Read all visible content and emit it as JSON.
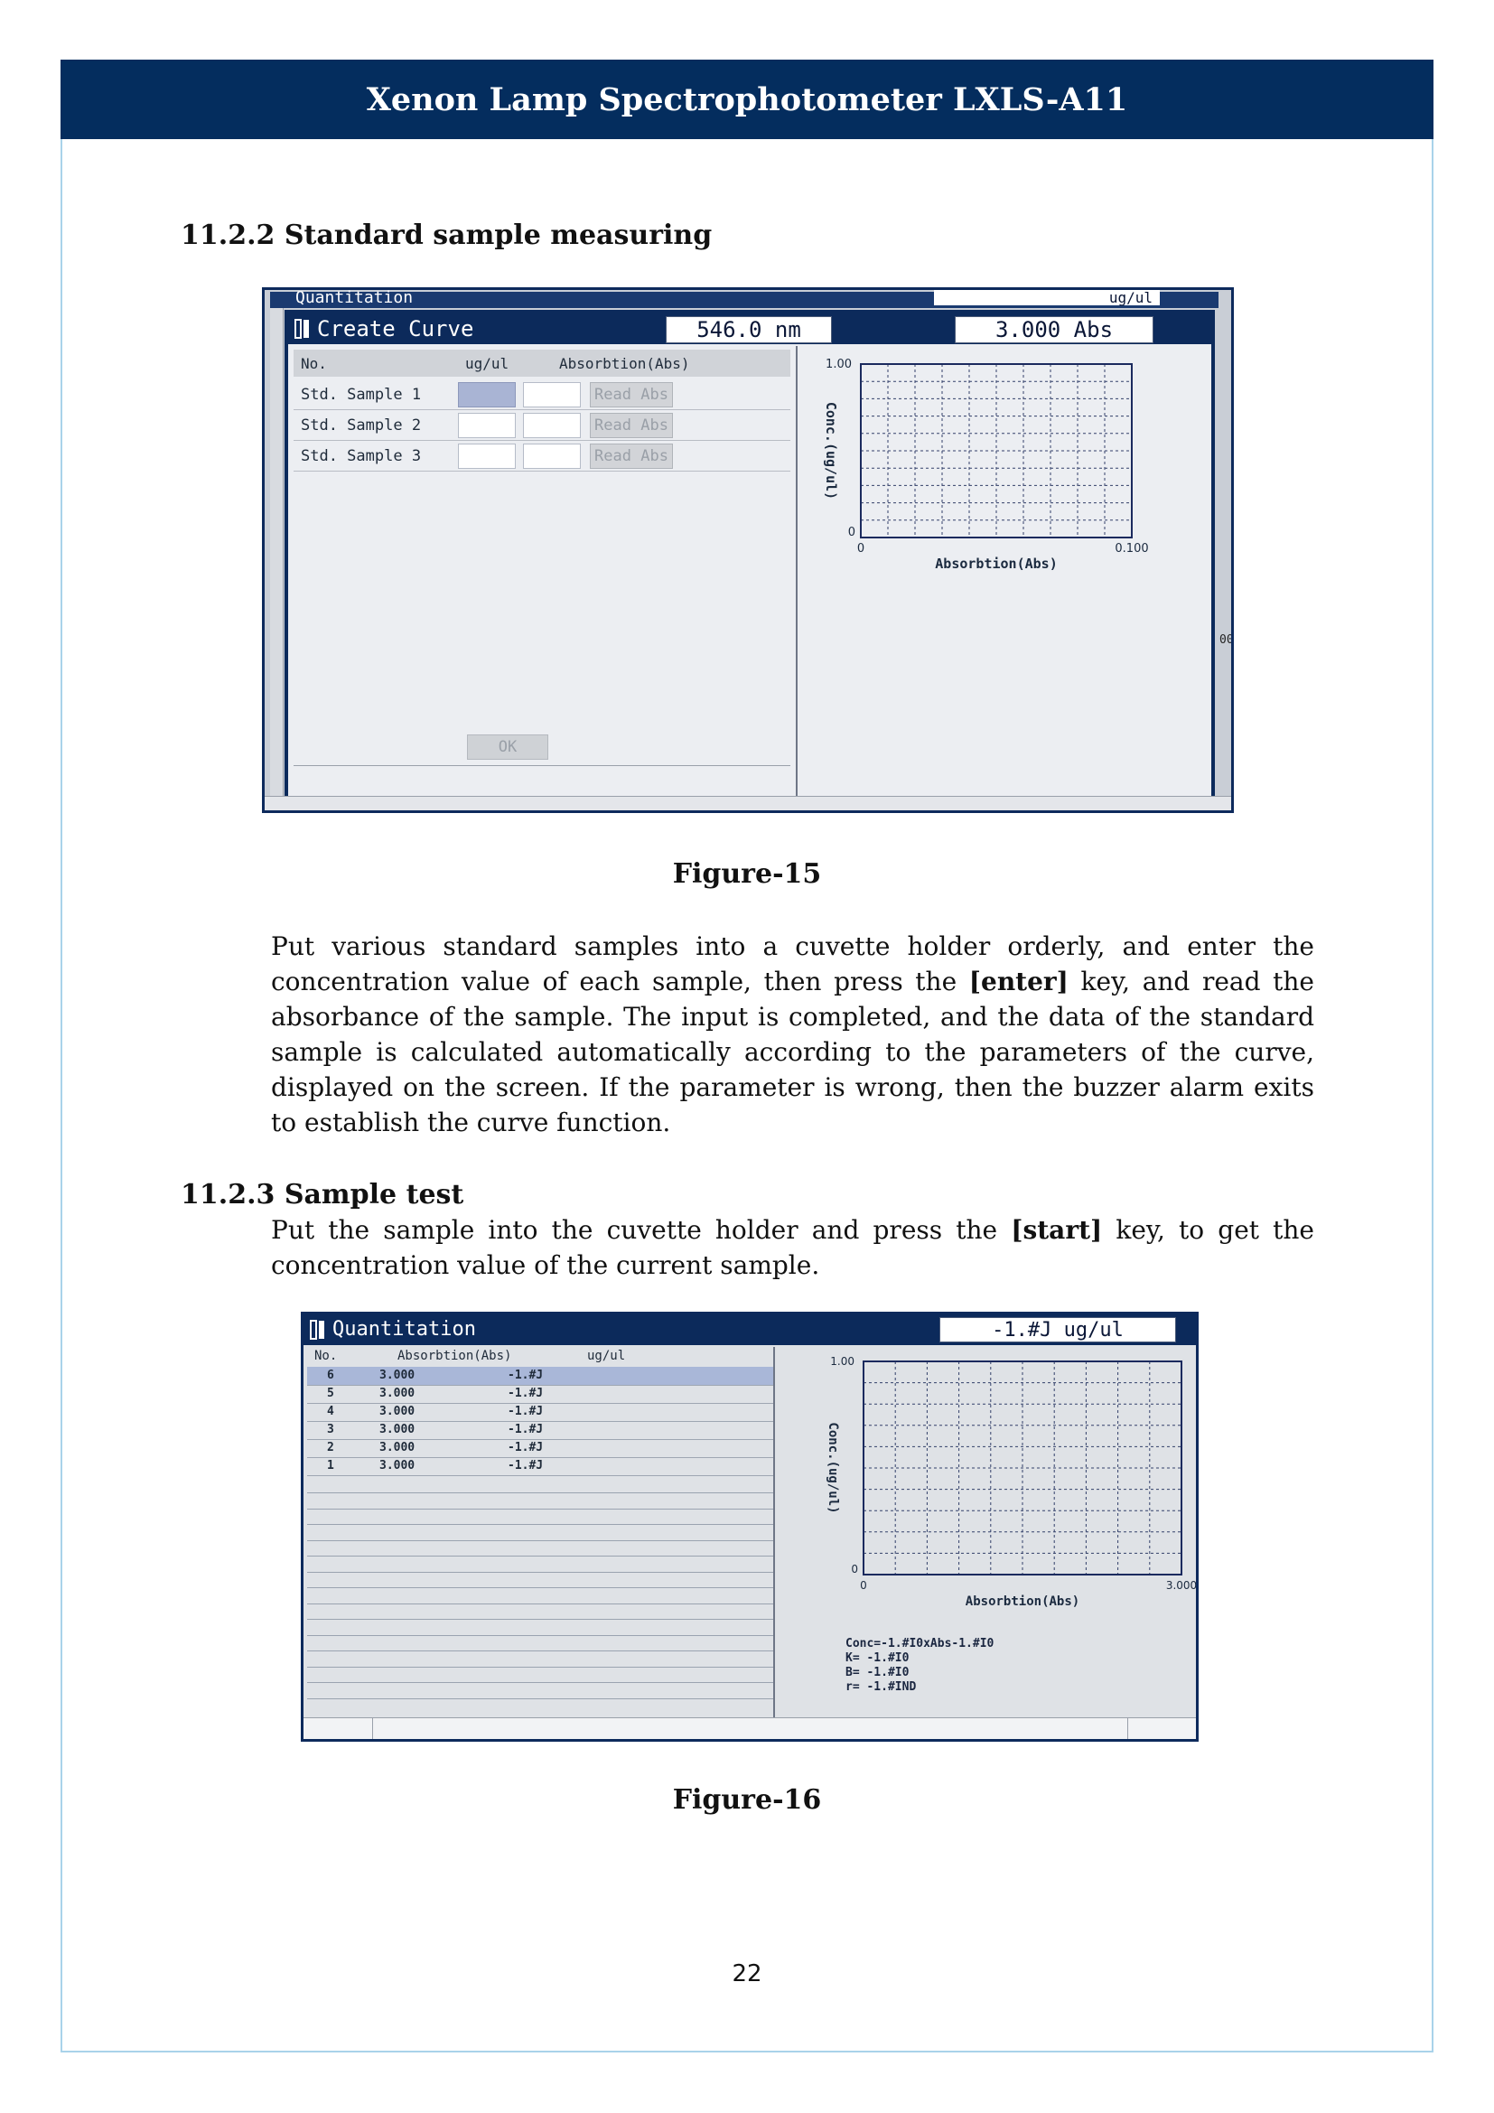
{
  "header": {
    "title": "Xenon Lamp Spectrophotometer LXLS-A11"
  },
  "section_1": {
    "heading": "11.2.2 Standard sample measuring",
    "figure_caption": "Figure-15",
    "paragraph": [
      {
        "text": "Put various standard samples into a cuvette holder orderly, and enter the concentration value of each sample, then press the "
      },
      {
        "text": "[enter]",
        "bold": true
      },
      {
        "text": " key, and read the absorbance of the sample. The input is completed, and the data of the standard sample is calculated automatically according to the parameters of the curve, displayed on the screen. If the parameter is wrong, then the buzzer alarm exits to establish the curve function."
      }
    ]
  },
  "section_2": {
    "heading": "11.2.3 Sample test",
    "figure_caption": "Figure-16",
    "paragraph": [
      {
        "text": "Put the sample into the cuvette holder and press the "
      },
      {
        "text": "[start]",
        "bold": true
      },
      {
        "text": " key, to get the concentration value of the current sample."
      }
    ]
  },
  "figure15": {
    "background_window": {
      "title": "Quantitation",
      "readout": "ug/ul",
      "side_text": "00"
    },
    "dialog_title": "Create Curve",
    "wavelength": "546.0 nm",
    "absorbance": "3.000 Abs",
    "columns": {
      "no": "No.",
      "conc": "ug/ul",
      "abs": "Absorbtion(Abs)"
    },
    "rows": [
      {
        "label": "Std. Sample 1",
        "button": "Read Abs"
      },
      {
        "label": "Std. Sample 2",
        "button": "Read Abs"
      },
      {
        "label": "Std. Sample 3",
        "button": "Read Abs"
      }
    ],
    "ok_label": "OK",
    "chart_data": {
      "type": "scatter",
      "xlabel": "Absorbtion(Abs)",
      "ylabel": "Conc.(ug/ul)",
      "xlim": [
        0,
        0.1
      ],
      "ylim": [
        0,
        1.0
      ],
      "x_tick_labels": [
        "0",
        "0.100"
      ],
      "y_tick_labels": [
        "0",
        "1.00"
      ],
      "grid": true,
      "points": []
    }
  },
  "figure16": {
    "title": "Quantitation",
    "readout": "-1.#J ug/ul",
    "columns": {
      "no": "No.",
      "abs": "Absorbtion(Abs)",
      "conc": "ug/ul"
    },
    "rows": [
      {
        "no": "6",
        "abs": "3.000",
        "conc": "-1.#J",
        "selected": true
      },
      {
        "no": "5",
        "abs": "3.000",
        "conc": "-1.#J"
      },
      {
        "no": "4",
        "abs": "3.000",
        "conc": "-1.#J"
      },
      {
        "no": "3",
        "abs": "3.000",
        "conc": "-1.#J"
      },
      {
        "no": "2",
        "abs": "3.000",
        "conc": "-1.#J"
      },
      {
        "no": "1",
        "abs": "3.000",
        "conc": "-1.#J"
      }
    ],
    "equation": "Conc=-1.#I0xAbs-1.#I0",
    "k_value": "K= -1.#I0",
    "b_value": "B= -1.#I0",
    "r_value": "r= -1.#IND",
    "chart_data": {
      "type": "scatter",
      "xlabel": "Absorbtion(Abs)",
      "ylabel": "Conc.(ug/ul)",
      "xlim": [
        0,
        3.0
      ],
      "ylim": [
        0,
        1.0
      ],
      "x_tick_labels": [
        "0",
        "3.000"
      ],
      "y_tick_labels": [
        "0",
        "1.00"
      ],
      "grid": true,
      "points": []
    }
  },
  "page_number": "22"
}
